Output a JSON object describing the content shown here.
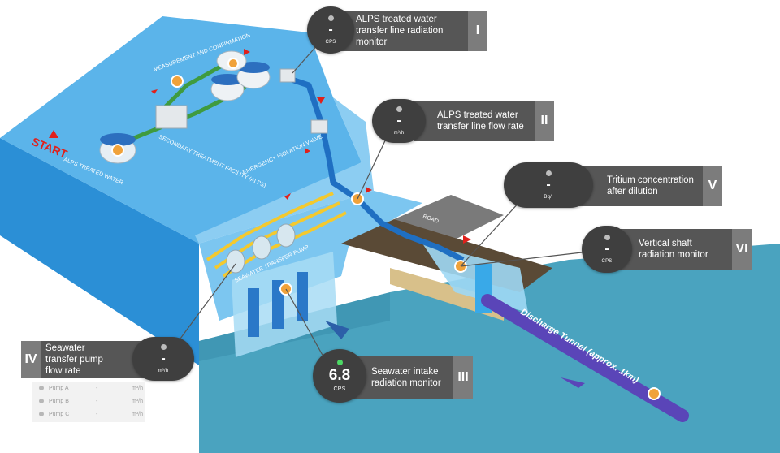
{
  "diagram": {
    "start_label": "START",
    "labels": {
      "alps_treated_water": "ALPS TREATED WATER",
      "measurement": "MEASUREMENT AND CONFIRMATION",
      "secondary_treatment": "SECONDARY TREATMENT FACILITY (ALPS)",
      "emergency_valve": "EMERGENCY ISOLATION VALVE",
      "seawater_pump": "SEAWATER TRANSFER PUMP",
      "road": "ROAD",
      "discharge_tunnel": "Discharge Tunnel (approx. 1km)"
    }
  },
  "monitors": [
    {
      "id": "I",
      "value": "-",
      "unit": "CPS",
      "label": "ALPS treated water transfer line radiation monitor",
      "active": false
    },
    {
      "id": "II",
      "value": "-",
      "unit": "m³/h",
      "label": "ALPS treated water transfer line flow rate",
      "active": false
    },
    {
      "id": "III",
      "value": "6.8",
      "unit": "CPS",
      "label": "Seawater intake radiation monitor",
      "active": true
    },
    {
      "id": "IV",
      "value": "-",
      "unit": "m³/h",
      "label": "Seawater transfer pump flow rate",
      "active": false
    },
    {
      "id": "V",
      "value": "-",
      "unit": "Bq/l",
      "label": "Tritium concentration after dilution",
      "active": false
    },
    {
      "id": "VI",
      "value": "-",
      "unit": "CPS",
      "label": "Vertical shaft radiation monitor",
      "active": false
    }
  ],
  "pumps": [
    {
      "name": "Pump A",
      "value": "-",
      "unit": "m³/h"
    },
    {
      "name": "Pump B",
      "value": "-",
      "unit": "m³/h"
    },
    {
      "name": "Pump C",
      "value": "-",
      "unit": "m³/h"
    }
  ],
  "colors": {
    "land_top": "#5bb4ea",
    "land_front": "#2b8fd6",
    "sea": "#4aa3bf",
    "pipe": "#1f6fc2",
    "pipe_yellow": "#f4c92e",
    "pipe_green": "#3f9b3f",
    "tunnel": "#5a45b8",
    "gauge_bg": "#3f3f3f",
    "label_bg": "#565656",
    "roman_bg": "#7c7c7c",
    "arrow_red": "#e0201b"
  }
}
